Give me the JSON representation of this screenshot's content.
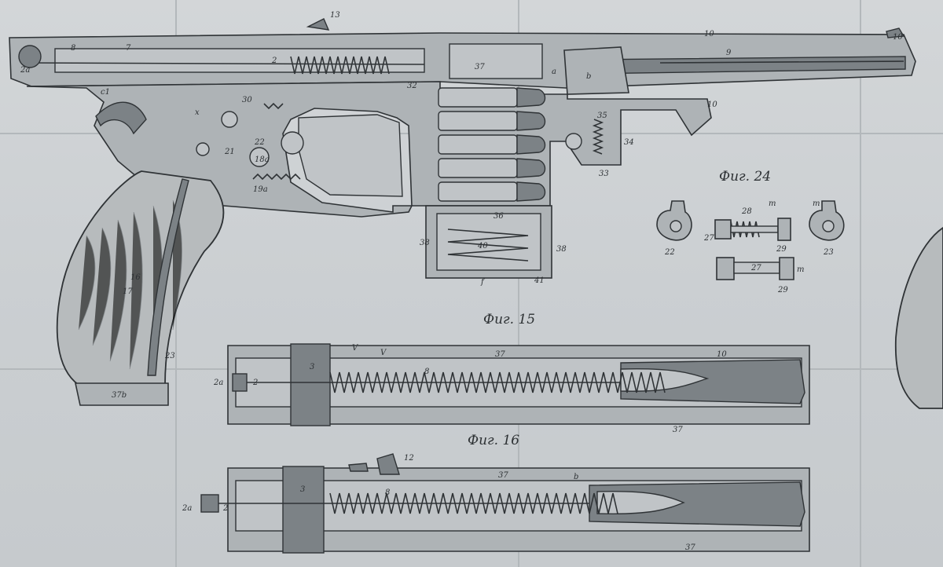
{
  "figures": {
    "fig24": "Фиг. 24",
    "fig15": "Фиг. 15",
    "fig16": "Фиг. 16"
  },
  "labels": {
    "l13": "13",
    "l10a": "10",
    "l10b": "10",
    "l10c": "10",
    "l9": "9",
    "l8": "8",
    "l7": "7",
    "l2a": "2a",
    "l2": "2",
    "l37": "37",
    "la": "a",
    "lb": "b",
    "l32": "32",
    "lc1": "c1",
    "l30": "30",
    "l35": "35",
    "l34": "34",
    "l33": "33",
    "l36": "36",
    "l38a": "38",
    "l38b": "38",
    "l40": "40",
    "l41": "41",
    "lf": "f",
    "l16": "16",
    "l17": "17",
    "l23": "23",
    "l37b": "37b",
    "l21": "21",
    "l22": "22",
    "l18a": "18a",
    "l19a": "19a",
    "lx": "x",
    "f24_22": "22",
    "f24_28": "28",
    "f24_m1": "m",
    "f24_m2": "m",
    "f24_27a": "27",
    "f24_29a": "29",
    "f24_23": "23",
    "f24_27b": "27",
    "f24_29b": "29",
    "f24_m3": "m",
    "f15_V1": "V",
    "f15_V2": "V",
    "f15_37": "37",
    "f15_3": "3",
    "f15_2a": "2a",
    "f15_2": "2",
    "f15_8": "8",
    "f15_37b": "37",
    "f15_10": "10",
    "f16_12": "12",
    "f16_3": "3",
    "f16_2a": "2a",
    "f16_2": "2",
    "f16_8": "8",
    "f16_37": "37",
    "f16_b": "b",
    "f16_37b": "37"
  }
}
